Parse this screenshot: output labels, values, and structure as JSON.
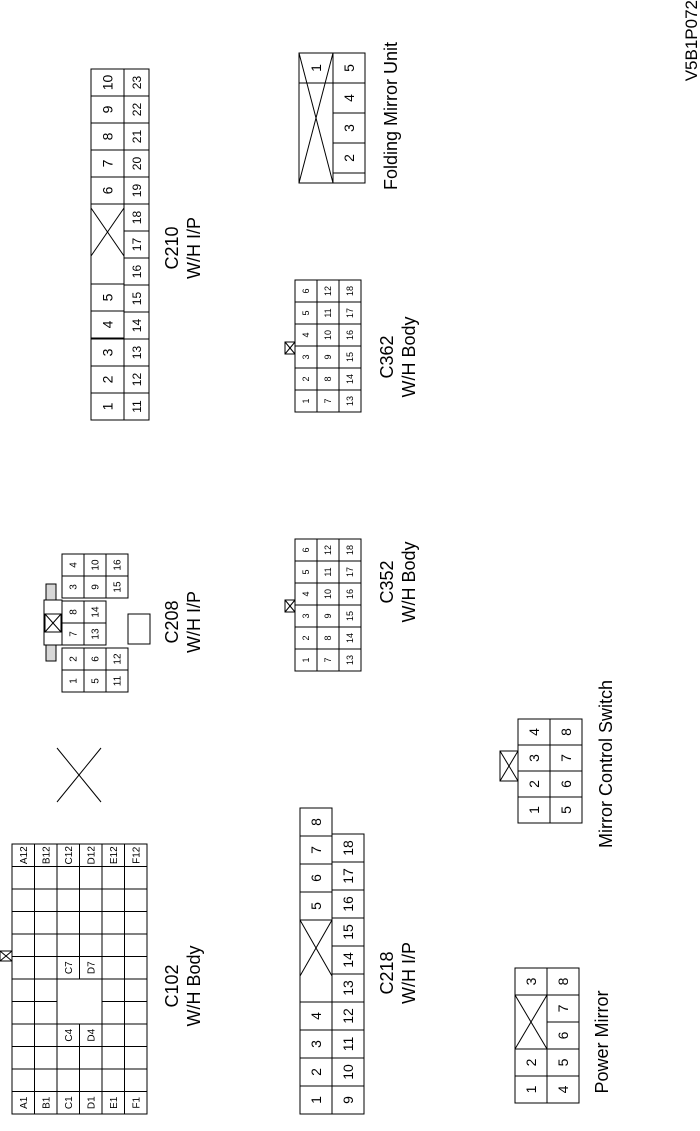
{
  "figure_code": "V5B1P072",
  "connectors": {
    "c102": {
      "name": "C102",
      "harness": "W/H Body",
      "grid": [
        [
          "A1",
          "",
          "",
          "",
          "",
          "",
          "",
          "",
          "",
          "",
          "",
          "A12"
        ],
        [
          "B1",
          "",
          "",
          "",
          "",
          "",
          "",
          "",
          "",
          "",
          "",
          "B12"
        ],
        [
          "C1",
          "",
          "",
          "C4",
          "",
          "",
          "C7",
          "",
          "",
          "",
          "",
          "C12"
        ],
        [
          "D1",
          "",
          "",
          "D4",
          "",
          "",
          "D7",
          "",
          "",
          "",
          "",
          "D12"
        ],
        [
          "E1",
          "",
          "",
          "",
          "",
          "",
          "",
          "",
          "",
          "",
          "",
          "E12"
        ],
        [
          "F1",
          "",
          "",
          "",
          "",
          "",
          "",
          "",
          "",
          "",
          "",
          "F12"
        ]
      ]
    },
    "c218": {
      "name": "C218",
      "harness": "W/H I/P",
      "rows": [
        [
          "1",
          "2",
          "3",
          "4",
          "",
          "",
          "5",
          "6",
          "7",
          "8"
        ],
        [
          "9",
          "10",
          "11",
          "12",
          "13",
          "14",
          "15",
          "16",
          "17",
          "18"
        ]
      ]
    },
    "power_mirror": {
      "name": "Power Mirror",
      "rows": [
        [
          "1",
          "2",
          "",
          "3"
        ],
        [
          "4",
          "5",
          "6",
          "7",
          "8"
        ]
      ]
    },
    "c208": {
      "name": "C208",
      "harness": "W/H I/P",
      "rows": [
        [
          "1",
          "2",
          "7",
          "8",
          "3",
          "4"
        ],
        [
          "5",
          "6",
          "13",
          "14",
          "9",
          "10"
        ],
        [
          "11",
          "12",
          "",
          "",
          "15",
          "16"
        ]
      ]
    },
    "c352": {
      "name": "C352",
      "harness": "W/H Body",
      "rows": [
        [
          "1",
          "2",
          "3",
          "4",
          "5",
          "6"
        ],
        [
          "7",
          "8",
          "9",
          "10",
          "11",
          "12"
        ],
        [
          "13",
          "14",
          "15",
          "16",
          "17",
          "18"
        ]
      ]
    },
    "mirror_switch": {
      "name": "Mirror Control Switch",
      "rows": [
        [
          "1",
          "2",
          "3",
          "4"
        ],
        [
          "5",
          "6",
          "7",
          "8"
        ]
      ]
    },
    "c210": {
      "name": "C210",
      "harness": "W/H I/P",
      "rows": [
        [
          "1",
          "2",
          "3",
          "4",
          "5",
          "",
          "",
          "6",
          "7",
          "8",
          "9",
          "10"
        ],
        [
          "11",
          "12",
          "13",
          "14",
          "15",
          "16",
          "17",
          "18",
          "19",
          "20",
          "21",
          "22",
          "23"
        ]
      ]
    },
    "c362": {
      "name": "C362",
      "harness": "W/H Body",
      "rows": [
        [
          "1",
          "2",
          "3",
          "4",
          "5",
          "6"
        ],
        [
          "7",
          "8",
          "9",
          "10",
          "11",
          "12"
        ],
        [
          "13",
          "14",
          "15",
          "16",
          "17",
          "18"
        ]
      ]
    },
    "folding_mirror": {
      "name": "Folding Mirror Unit",
      "rows": [
        [
          "",
          "1"
        ],
        [
          "2",
          "3",
          "4",
          "5"
        ]
      ]
    }
  }
}
